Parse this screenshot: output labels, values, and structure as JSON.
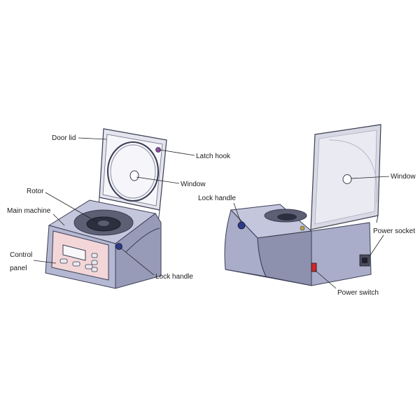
{
  "diagram": {
    "left_unit": {
      "labels": {
        "door_lid": "Door lid",
        "latch_hook": "Latch hook",
        "window": "Window",
        "rotor": "Rotor",
        "main_machine": "Main machine",
        "control_panel_line1": "Control",
        "control_panel_line2": "panel",
        "lock_handle": "Lock handle"
      }
    },
    "right_unit": {
      "labels": {
        "window": "Window",
        "lock_handle": "Lock handle",
        "power_socket": "Power socket",
        "power_switch": "Power switch"
      }
    },
    "colors": {
      "body": "#a9adc9",
      "body_dark": "#8d91ad",
      "top": "#c3c6dc",
      "panel": "#f3d6d8",
      "lid": "#d8d9e4",
      "lock_knob": "#2b3a8c",
      "power_switch": "#d4262b"
    }
  }
}
